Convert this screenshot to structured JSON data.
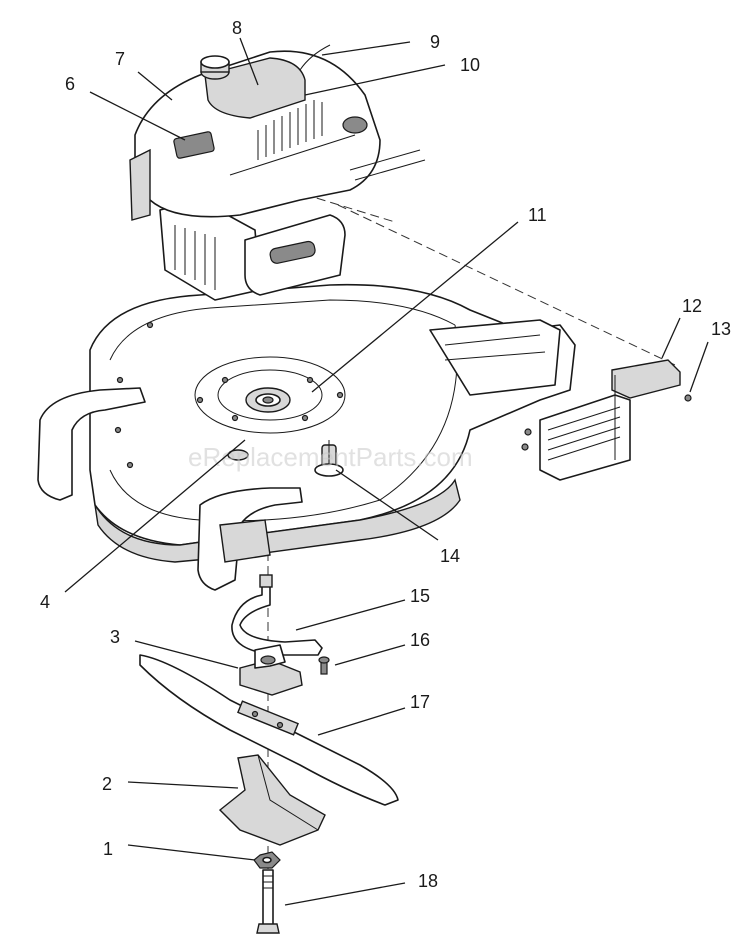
{
  "watermark": "eReplacementParts.com",
  "callouts": [
    {
      "id": "1",
      "label": "1"
    },
    {
      "id": "2",
      "label": "2"
    },
    {
      "id": "3",
      "label": "3"
    },
    {
      "id": "4",
      "label": "4"
    },
    {
      "id": "6",
      "label": "6"
    },
    {
      "id": "7",
      "label": "7"
    },
    {
      "id": "8",
      "label": "8"
    },
    {
      "id": "9",
      "label": "9"
    },
    {
      "id": "10",
      "label": "10"
    },
    {
      "id": "11",
      "label": "11"
    },
    {
      "id": "12",
      "label": "12"
    },
    {
      "id": "13",
      "label": "13"
    },
    {
      "id": "14",
      "label": "14"
    },
    {
      "id": "15",
      "label": "15"
    },
    {
      "id": "16",
      "label": "16"
    },
    {
      "id": "17",
      "label": "17"
    },
    {
      "id": "18",
      "label": "18"
    }
  ]
}
